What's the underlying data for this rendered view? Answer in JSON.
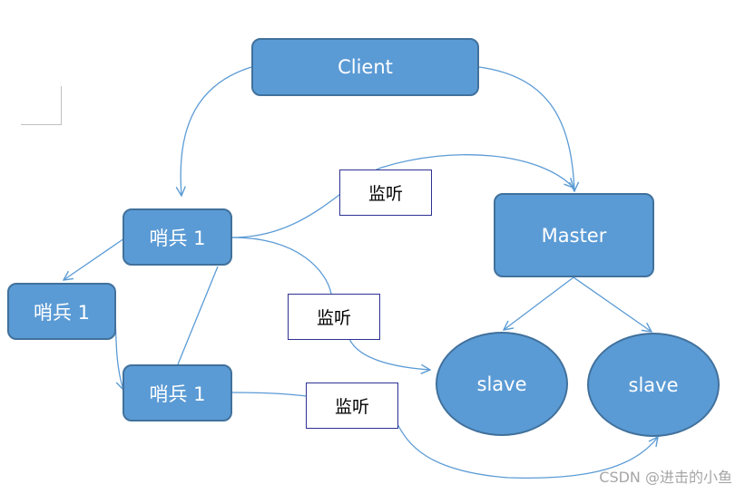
{
  "nodes": {
    "client": "Client",
    "master": "Master",
    "sentinel_top": "哨兵 1",
    "sentinel_left": "哨兵 1",
    "sentinel_bottom": "哨兵 1",
    "slave_left": "slave",
    "slave_right": "slave"
  },
  "labels": {
    "monitor_1": "监听",
    "monitor_2": "监听",
    "monitor_3": "监听"
  },
  "watermark": "CSDN @进击的小鱼",
  "colors": {
    "node_fill": "#5b9bd5",
    "node_border": "#41719c",
    "edge": "#5b9bd5",
    "label_border": "#2e3192"
  }
}
